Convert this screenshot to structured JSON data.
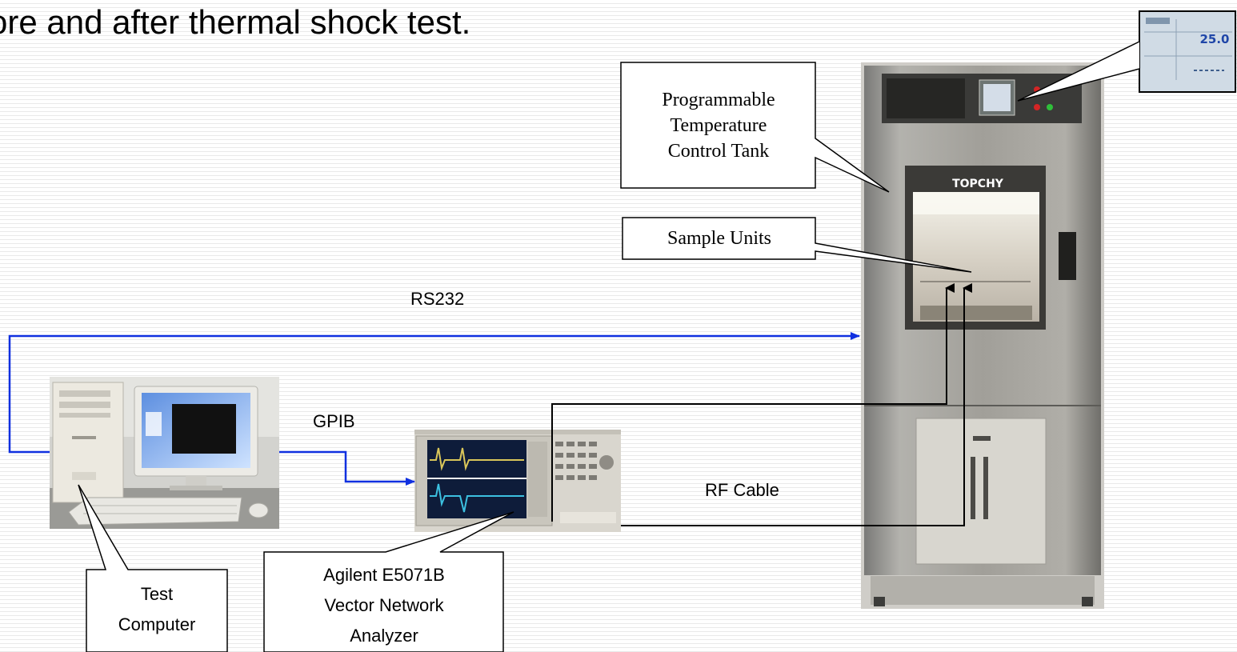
{
  "title": "ore and after thermal shock test.",
  "connections": {
    "rs232": "RS232",
    "gpib": "GPIB",
    "rf_cable": "RF Cable"
  },
  "callouts": {
    "tank": "Programmable\nTemperature\nControl Tank",
    "samples": "Sample Units",
    "computer": "Test\nComputer",
    "analyzer": "Agilent E5071B\nVector Network\nAnalyzer"
  },
  "display_readout": "25.0",
  "tank_logo": "TOPCHY",
  "colors": {
    "rs232_line": "#1030e0",
    "gpib_line": "#1030e0",
    "rf_line": "#000000",
    "analyzer_trace_1": "#d9c65a",
    "analyzer_trace_2": "#3cc0e0"
  }
}
